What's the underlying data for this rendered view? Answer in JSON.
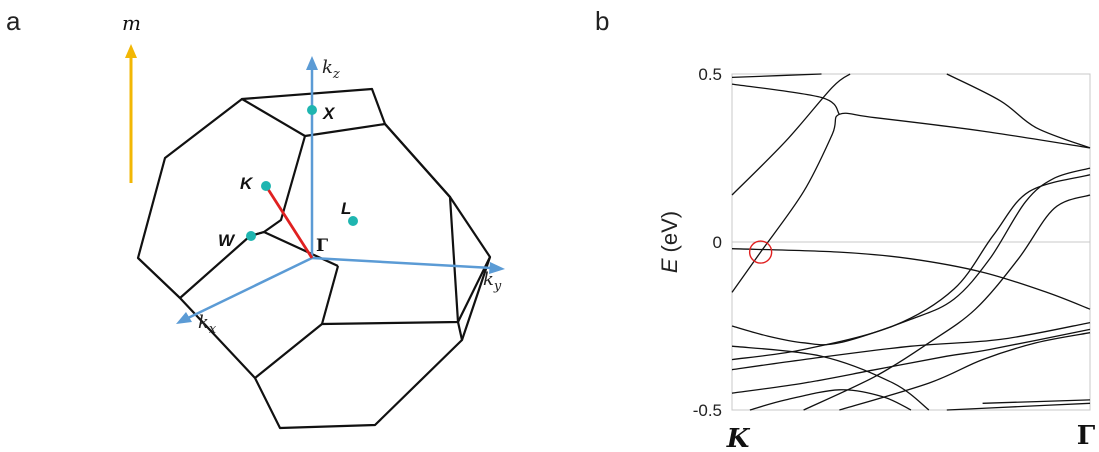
{
  "panel_a": {
    "letter": "a",
    "magnetization_label": "m",
    "axis_labels": {
      "kz": "k",
      "kz_sub": "z",
      "ky": "k",
      "ky_sub": "y",
      "kx": "k",
      "kx_sub": "x"
    },
    "points": [
      "X",
      "K",
      "L",
      "W",
      "Γ"
    ],
    "colors": {
      "edges": "#111111",
      "axes": "#5b9bd5",
      "path": "#e02020",
      "points": "#1fb5b0",
      "moment": "#f2b705"
    }
  },
  "panel_b": {
    "letter": "b",
    "ylabel_var": "E",
    "ylabel_unit": "(eV)",
    "yticks": [
      "0.5",
      "0",
      "-0.5"
    ],
    "xticks": [
      "K",
      "Γ"
    ]
  },
  "chart_data": {
    "type": "line",
    "x_path": [
      "K",
      "Γ"
    ],
    "ylim": [
      -0.5,
      0.5
    ],
    "ylabel": "E (eV)",
    "yticks": [
      0.5,
      0,
      -0.5
    ],
    "grid": false,
    "reference_line_y": 0,
    "crossing_marker": {
      "x_fraction": 0.08,
      "y": -0.03,
      "style": "red circle"
    },
    "series": [
      {
        "values": [
          [
            0,
            -0.15
          ],
          [
            0.08,
            -0.03
          ],
          [
            0.2,
            0.15
          ],
          [
            0.28,
            0.32
          ],
          [
            0.3,
            0.38
          ],
          [
            0.4,
            0.37
          ],
          [
            0.7,
            0.33
          ],
          [
            1,
            0.28
          ]
        ]
      },
      {
        "values": [
          [
            0,
            0.47
          ],
          [
            0.25,
            0.43
          ],
          [
            0.3,
            0.38
          ]
        ]
      },
      {
        "values": [
          [
            0,
            0.14
          ],
          [
            0.15,
            0.3
          ],
          [
            0.28,
            0.46
          ],
          [
            0.33,
            0.5
          ]
        ]
      },
      {
        "values": [
          [
            0,
            0.49
          ],
          [
            0.25,
            0.5
          ]
        ]
      },
      {
        "values": [
          [
            0.6,
            0.5
          ],
          [
            0.75,
            0.42
          ],
          [
            0.85,
            0.34
          ],
          [
            1,
            0.28
          ]
        ]
      },
      {
        "values": [
          [
            0,
            -0.02
          ],
          [
            0.3,
            -0.03
          ],
          [
            0.5,
            -0.05
          ],
          [
            0.7,
            -0.09
          ],
          [
            0.88,
            -0.15
          ],
          [
            1,
            -0.2
          ]
        ]
      },
      {
        "values": [
          [
            0,
            -0.25
          ],
          [
            0.1,
            -0.28
          ],
          [
            0.2,
            -0.3
          ],
          [
            0.3,
            -0.3
          ],
          [
            0.5,
            -0.23
          ],
          [
            0.62,
            -0.17
          ],
          [
            0.72,
            -0.05
          ],
          [
            0.82,
            0.12
          ],
          [
            0.9,
            0.19
          ],
          [
            1,
            0.22
          ]
        ]
      },
      {
        "values": [
          [
            0,
            -0.35
          ],
          [
            0.2,
            -0.32
          ],
          [
            0.45,
            -0.25
          ],
          [
            0.62,
            -0.14
          ],
          [
            0.73,
            0.02
          ],
          [
            0.83,
            0.15
          ],
          [
            1,
            0.2
          ]
        ]
      },
      {
        "values": [
          [
            0.2,
            -0.5
          ],
          [
            0.4,
            -0.4
          ],
          [
            0.55,
            -0.3
          ],
          [
            0.68,
            -0.2
          ],
          [
            0.8,
            -0.05
          ],
          [
            0.9,
            0.1
          ],
          [
            1,
            0.14
          ]
        ]
      },
      {
        "values": [
          [
            0,
            -0.45
          ],
          [
            0.2,
            -0.42
          ],
          [
            0.4,
            -0.38
          ],
          [
            0.6,
            -0.34
          ],
          [
            0.72,
            -0.32
          ],
          [
            1,
            -0.26
          ]
        ]
      },
      {
        "values": [
          [
            0.3,
            -0.5
          ],
          [
            0.55,
            -0.42
          ],
          [
            0.7,
            -0.35
          ],
          [
            0.85,
            -0.3
          ],
          [
            1,
            -0.27
          ]
        ]
      },
      {
        "values": [
          [
            0,
            -0.38
          ],
          [
            0.2,
            -0.35
          ],
          [
            0.5,
            -0.31
          ],
          [
            0.75,
            -0.29
          ],
          [
            1,
            -0.24
          ]
        ]
      },
      {
        "values": [
          [
            0,
            -0.31
          ],
          [
            0.25,
            -0.34
          ],
          [
            0.45,
            -0.42
          ],
          [
            0.55,
            -0.5
          ]
        ]
      },
      {
        "values": [
          [
            0.6,
            -0.5
          ],
          [
            0.8,
            -0.49
          ],
          [
            1,
            -0.48
          ]
        ]
      },
      {
        "values": [
          [
            0.05,
            -0.5
          ],
          [
            0.15,
            -0.47
          ],
          [
            0.3,
            -0.44
          ],
          [
            0.42,
            -0.46
          ],
          [
            0.5,
            -0.5
          ]
        ]
      },
      {
        "values": [
          [
            0.7,
            -0.48
          ],
          [
            1,
            -0.47
          ]
        ]
      }
    ]
  }
}
